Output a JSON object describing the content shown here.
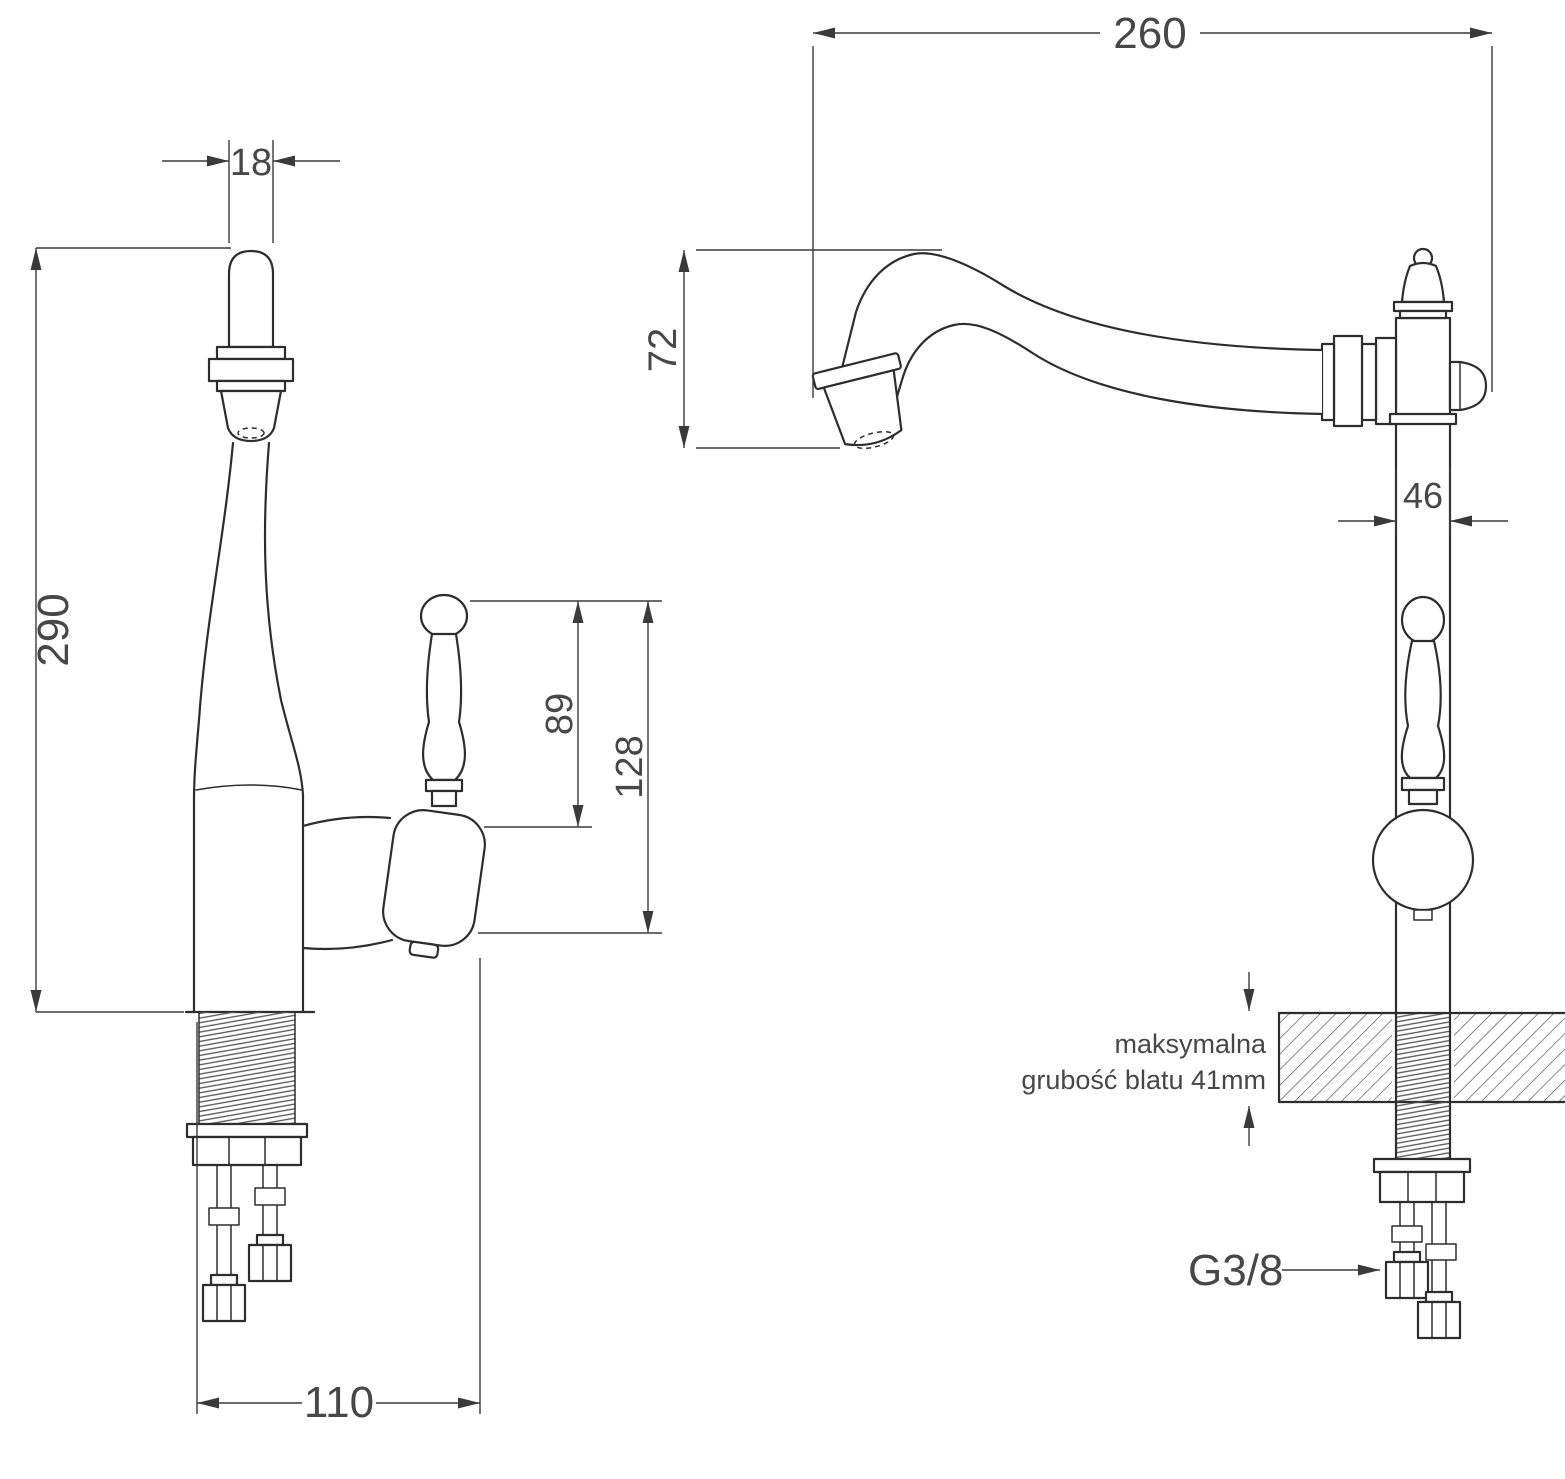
{
  "colors": {
    "background": "#ffffff",
    "object_line": "#2d2d2d",
    "dimension_line": "#3a3a3a",
    "label_text": "#474747"
  },
  "left_view": {
    "dim_spout_tube_width_mm": "18",
    "dim_total_height_mm": "290",
    "dim_handle_to_body_mm": "89",
    "dim_handle_overall_mm": "128",
    "dim_base_depth_mm": "110"
  },
  "right_view": {
    "dim_spout_reach_mm": "260",
    "dim_spout_drop_mm": "72",
    "dim_body_width_mm": "46",
    "counter_note_line1": "maksymalna",
    "counter_note_line2": "grubość blatu 41mm",
    "connection_thread_label": "G3/8"
  }
}
